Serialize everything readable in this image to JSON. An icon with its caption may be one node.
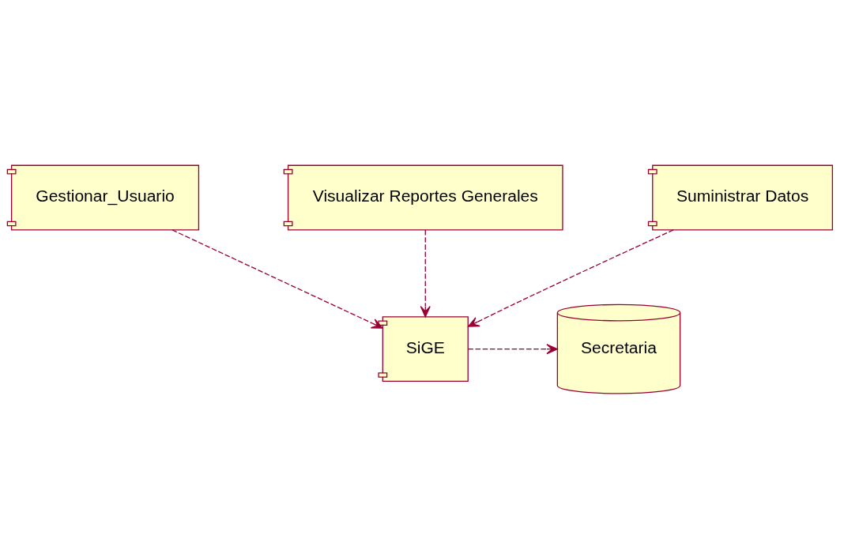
{
  "diagram": {
    "nodes": [
      {
        "text": [
          "Gestionar_Usuario"
        ]
      },
      {
        "text": [
          "Visualizar Reportes Generales"
        ]
      },
      {
        "text": [
          "SiGE"
        ]
      },
      {
        "text": [
          "Secretaria"
        ]
      },
      {
        "text": [
          "Suministrar Datos"
        ]
      }
    ],
    "edges": [
      {
        "from": 0,
        "to": 2,
        "arrow": "to",
        "style": "dashed"
      },
      {
        "from": 1,
        "to": 2,
        "arrow": "to",
        "style": "dashed"
      },
      {
        "from": 2,
        "to": 3,
        "arrow": "to",
        "style": "dashed"
      },
      {
        "from": 4,
        "to": 2,
        "arrow": "to",
        "style": "dashed"
      }
    ]
  }
}
